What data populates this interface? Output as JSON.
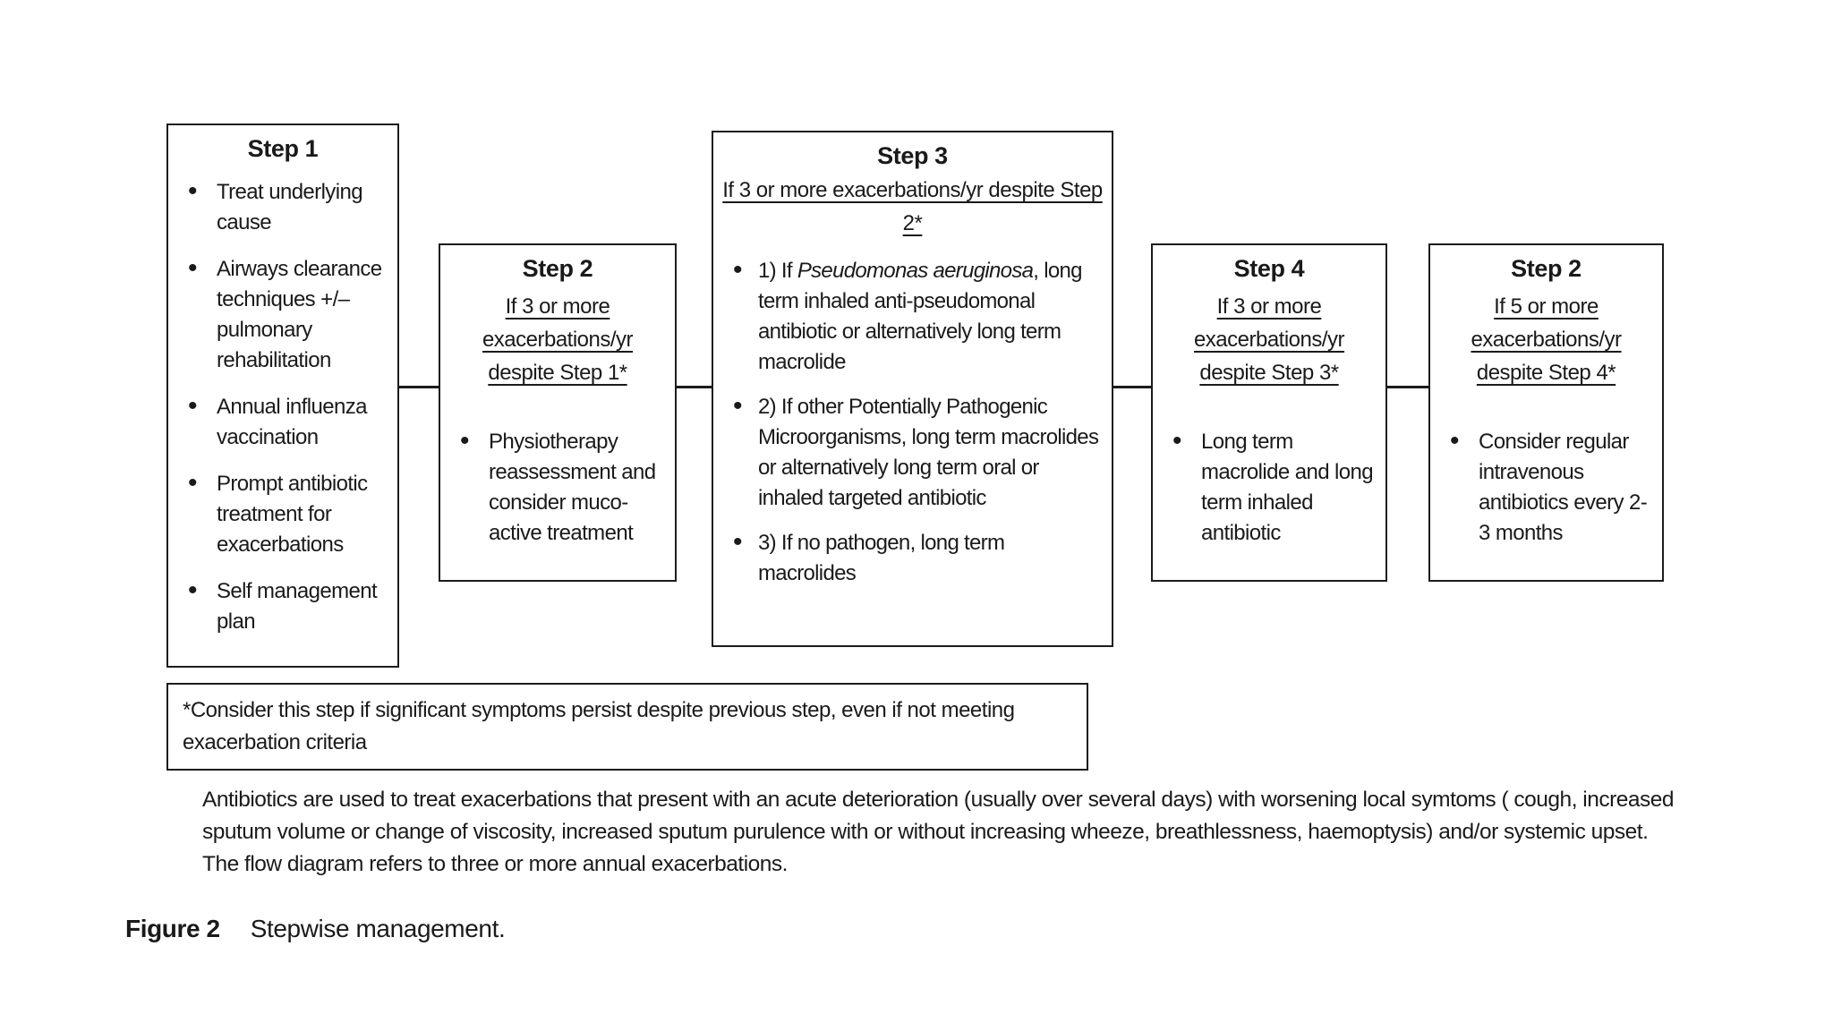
{
  "steps": [
    {
      "title": "Step 1",
      "condition": "",
      "bullets": [
        "Treat underlying cause",
        "Airways clearance techniques +/– pulmonary rehabilitation",
        "Annual influenza vaccination",
        "Prompt antibiotic treatment for exacerbations",
        "Self management plan"
      ]
    },
    {
      "title": "Step 2",
      "condition": "If 3 or more exacerbations/yr despite Step 1*",
      "bullets": [
        "Physiotherapy reassessment and consider muco-active treatment"
      ]
    },
    {
      "title": "Step 3",
      "condition": "If 3 or more exacerbations/yr despite Step 2*",
      "bullets": [
        {
          "prefix": "1) If ",
          "italic": "Pseudomonas aeruginosa",
          "suffix": ", long term inhaled anti-pseudomonal antibiotic or alternatively long term macrolide"
        },
        "2) If other Potentially Pathogenic Microorganisms, long term macrolides or alternatively long term oral or inhaled targeted antibiotic",
        "3) If no pathogen, long term macrolides"
      ]
    },
    {
      "title": "Step 4",
      "condition": "If 3 or more exacerbations/yr despite Step 3*",
      "bullets": [
        "Long term macrolide and long term inhaled antibiotic"
      ]
    },
    {
      "title": "Step 2",
      "condition": "If 5 or more exacerbations/yr despite Step 4*",
      "bullets": [
        "Consider regular intravenous antibiotics every 2-3 months"
      ]
    }
  ],
  "footnote": {
    "text": "*Consider this step if significant symptoms persist despite previous step, even if not meeting exacerbation criteria"
  },
  "description": {
    "p1": "Antibiotics are used to treat exacerbations that present with an acute deterioration (usually over several days) with worsening local symtoms ( cough, increased sputum volume or change of viscosity, increased sputum purulence with or without increasing wheeze, breathlessness, haemoptysis) and/or systemic upset.",
    "p2": "The flow diagram refers to three or more annual exacerbations."
  },
  "caption": {
    "label": "Figure 2",
    "text": "Stepwise management."
  },
  "colors": {
    "line": "#1c1c1c",
    "text": "#1a1a1a",
    "background": "#ffffff"
  }
}
